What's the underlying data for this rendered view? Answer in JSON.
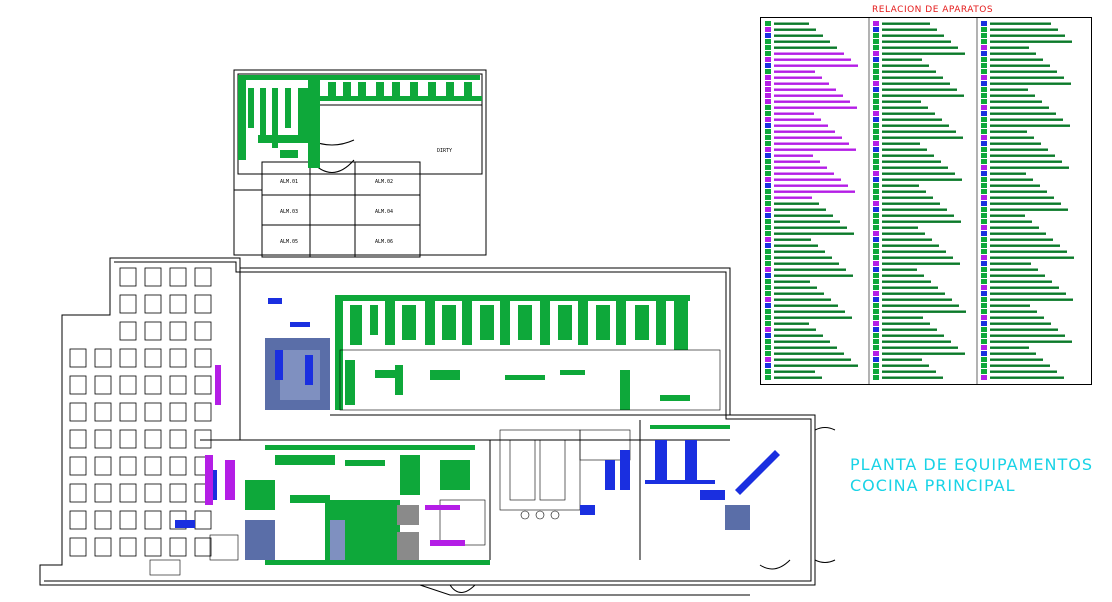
{
  "drawing": {
    "title_line1": "PLANTA DE EQUIPAMENTOS",
    "title_line2": "COCINA PRINCIPAL",
    "legend_title": "RELACION DE APARATOS"
  },
  "rooms": {
    "dirty": "DIRTY",
    "alm1": "ALM.01",
    "alm2": "ALM.02",
    "alm3": "ALM.03",
    "alm4": "ALM.04",
    "alm5": "ALM.05",
    "alm6": "ALM.06"
  },
  "colors": {
    "wall": "#000000",
    "equipment_green": "#0ea83a",
    "equipment_blue": "#1a2fe0",
    "equipment_purple": "#b41ee6",
    "slate": "#5a6ea8",
    "title_cyan": "#19d3e6",
    "legend_red": "#e41a1a"
  }
}
